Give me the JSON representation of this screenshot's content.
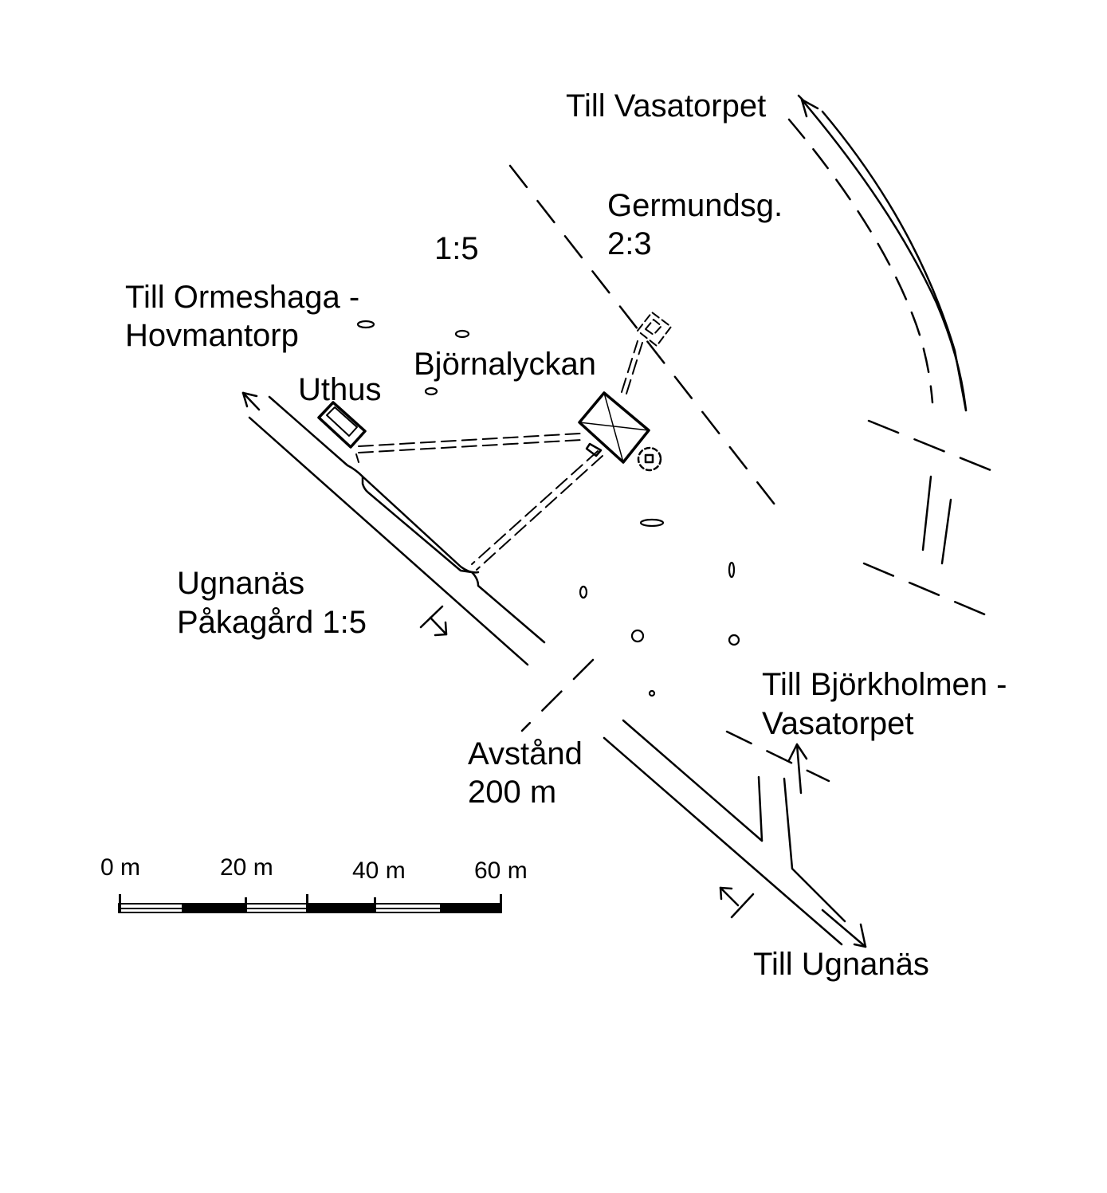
{
  "labels": {
    "till_vasatorpet": "Till Vasatorpet",
    "germundsg": "Germundsg.",
    "germundsg_no": "2:3",
    "parcel_1_5": "1:5",
    "till_ormeshaga_1": "Till Ormeshaga -",
    "till_ormeshaga_2": "Hovmantorp",
    "bjornalyckan": "Björnalyckan",
    "uthus": "Uthus",
    "ugnanas": "Ugnanäs",
    "pakagard": "Påkagård 1:5",
    "till_bjorkholmen_1": "Till Björkholmen -",
    "till_bjorkholmen_2": "Vasatorpet",
    "avstand": "Avstånd",
    "avstand_dist": "200 m",
    "till_ugnanas": "Till Ugnanäs"
  },
  "scale_bar": {
    "ticks": [
      "0 m",
      "20 m",
      "40 m",
      "60 m"
    ]
  },
  "colors": {
    "ink": "#000000",
    "background": "#ffffff"
  }
}
